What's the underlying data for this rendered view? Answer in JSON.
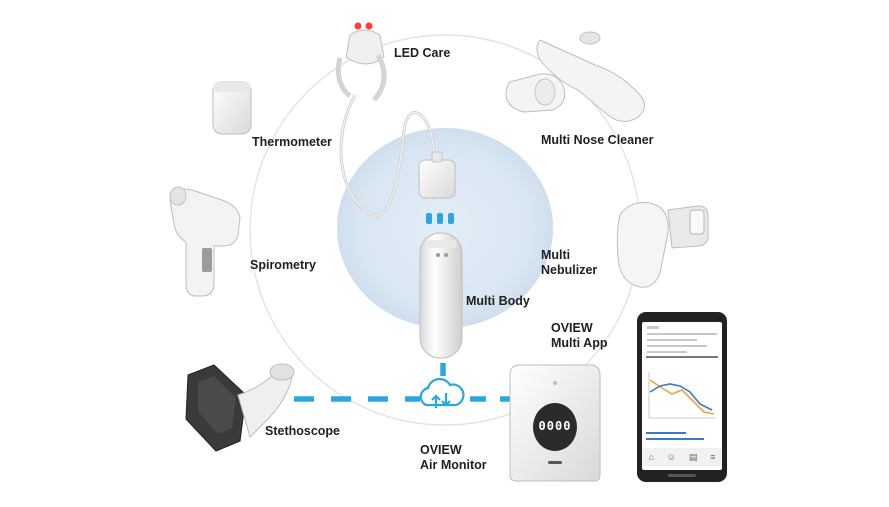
{
  "center": {
    "label": "Multi Body"
  },
  "devices": [
    {
      "id": "led-care",
      "label": "LED Care"
    },
    {
      "id": "multi-nose-cleaner",
      "label": "Multi Nose Cleaner"
    },
    {
      "id": "thermometer",
      "label": "Thermometer"
    },
    {
      "id": "spirometry",
      "label": "Spirometry"
    },
    {
      "id": "multi-nebulizer",
      "label_line1": "Multi",
      "label_line2": "Nebulizer"
    },
    {
      "id": "stethoscope",
      "label": "Stethoscope"
    },
    {
      "id": "oview-air-monitor",
      "label_line1": "OVIEW",
      "label_line2": "Air Monitor",
      "display": "0000"
    },
    {
      "id": "oview-multi-app",
      "label_line1": "OVIEW",
      "label_line2": "Multi App"
    }
  ],
  "colors": {
    "connector": "#2aa7e0",
    "halo": "#d9e6f3",
    "device_body": "#f2f2f2",
    "device_shadow": "#b8b8b8",
    "ring": "#e3e3e3",
    "led": "#ff3b3b",
    "chart_line_orange": "#f0a040",
    "chart_line_blue": "#3a78c8"
  },
  "icons": [
    "cloud-sync-icon",
    "home-icon",
    "people-icon",
    "chart-icon",
    "menu-icon"
  ]
}
